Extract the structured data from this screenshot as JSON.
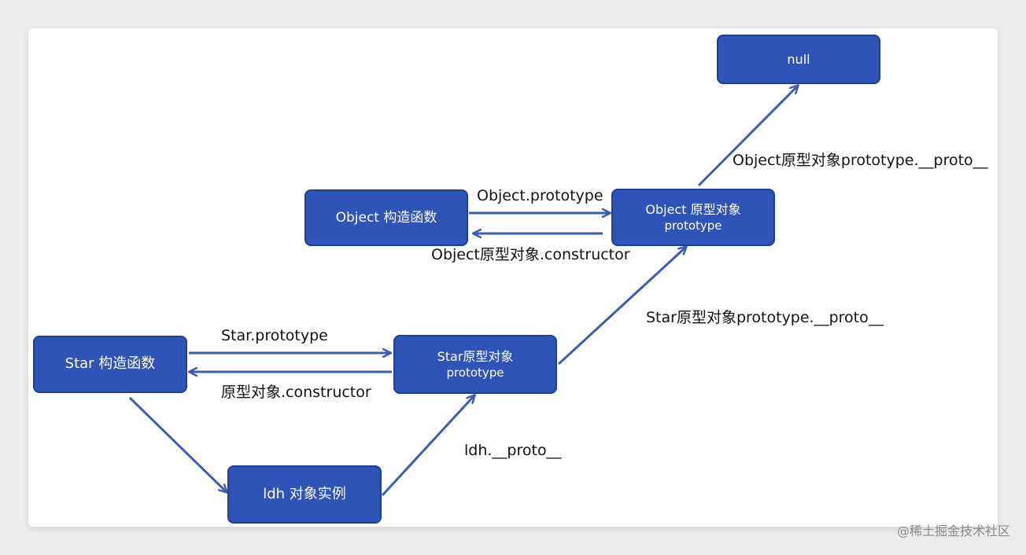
{
  "nodes": {
    "null_box": "null",
    "object_constructor": "Object 构造函数",
    "object_prototype_title": "Object 原型对象",
    "object_prototype_sub": "prototype",
    "star_constructor": "Star 构造函数",
    "star_prototype_title": "Star原型对象",
    "star_prototype_sub": "prototype",
    "ldh_instance": "ldh 对象实例"
  },
  "edge_labels": {
    "object_proto_to_null": "Object原型对象prototype.__proto__",
    "object_prototype": "Object.prototype",
    "object_constructor": "Object原型对象.constructor",
    "star_proto_to_object": "Star原型对象prototype.__proto__",
    "star_prototype": "Star.prototype",
    "star_constructor": "原型对象.constructor",
    "ldh_proto": "ldh.__proto__"
  },
  "watermark": "@稀土掘金技术社区",
  "colors": {
    "node_fill": "#2f54b8",
    "node_border": "#1f3f93",
    "arrow": "#3b5db5"
  }
}
